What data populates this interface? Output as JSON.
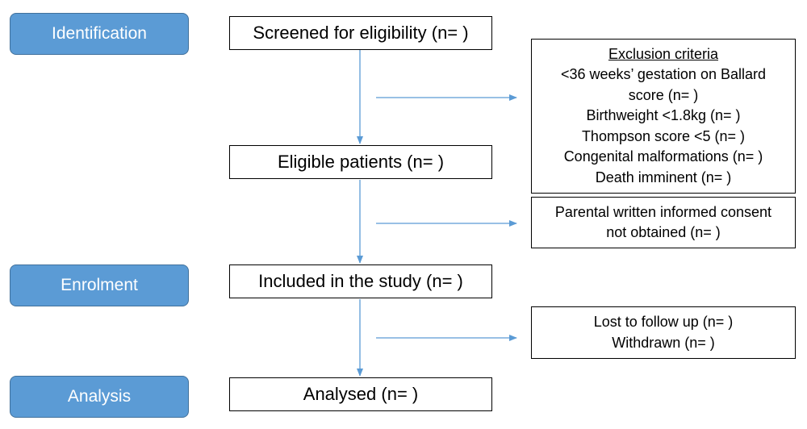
{
  "stages": {
    "identification": "Identification",
    "enrolment": "Enrolment",
    "analysis": "Analysis"
  },
  "flow": {
    "screened": "Screened for eligibility (n= )",
    "eligible": "Eligible patients (n= )",
    "included": "Included in the study (n= )",
    "analysed": "Analysed (n= )"
  },
  "exclusion": {
    "heading": "Exclusion criteria",
    "lines": [
      "<36 weeks’ gestation on Ballard",
      "score (n= )",
      "Birthweight <1.8kg (n= )",
      "Thompson score <5 (n= )",
      "Congenital malformations (n= )",
      "Death imminent (n= )"
    ]
  },
  "consent": {
    "lines": [
      "Parental written informed consent",
      "not obtained (n= )"
    ]
  },
  "followup": {
    "lines": [
      "Lost to follow up (n= )",
      "Withdrawn (n= )"
    ]
  },
  "colors": {
    "stage_fill": "#5b9bd5",
    "stage_border": "#41719c",
    "arrow": "#5b9bd5"
  }
}
